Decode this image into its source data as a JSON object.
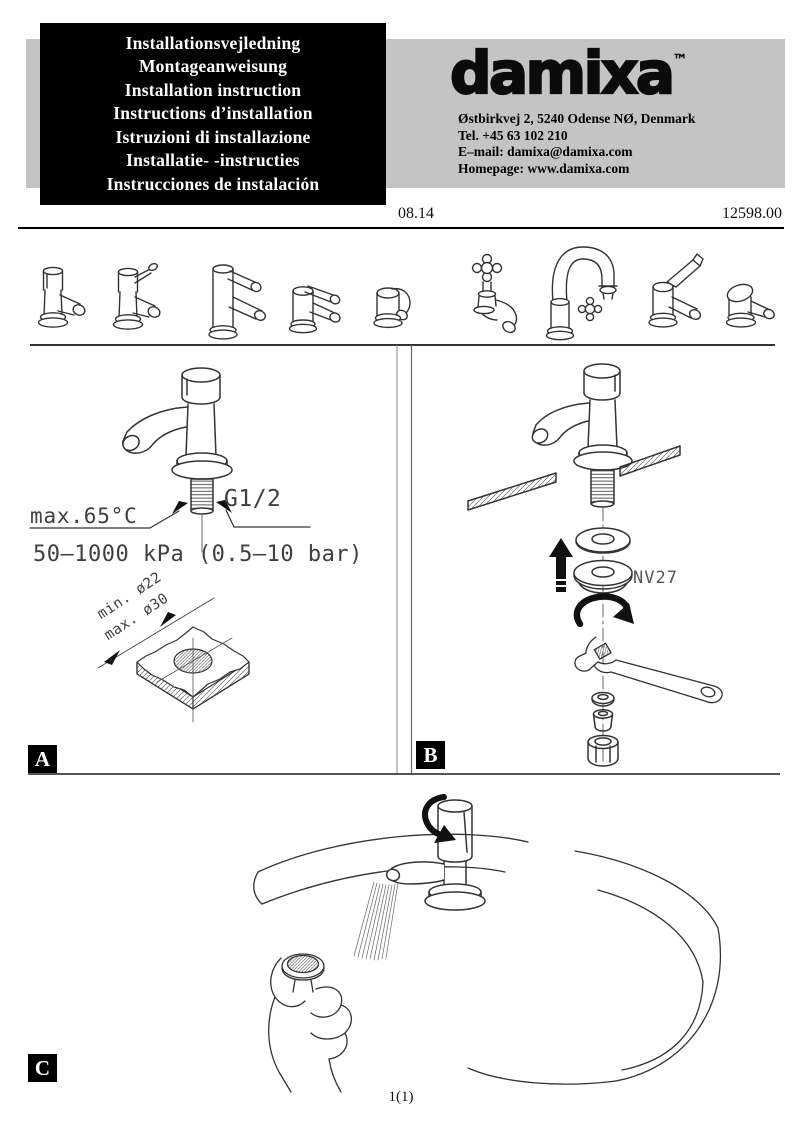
{
  "header": {
    "titles": [
      "Installationsvejledning",
      "Montageanweisung",
      "Installation instruction",
      "Instructions d’installation",
      "Istruzioni di installazione",
      "Installatie- -instructies",
      "Instrucciones de instalación"
    ],
    "brand": "damixa",
    "trademark": "™",
    "address": "Østbirkvej 2, 5240 Odense NØ, Denmark",
    "phone": "Tel. +45 63 102 210",
    "email": "E–mail: damixa@damixa.com",
    "homepage": "Homepage: www.damixa.com",
    "date_code": "08.14",
    "doc_number": "12598.00"
  },
  "panel_a": {
    "label": "A",
    "temp_limit": "max.65°C",
    "thread_size": "G1/2",
    "pressure_range": "50–1000 kPa (0.5–10 bar)",
    "hole_min": "min. ø22",
    "hole_max": "max. ø30"
  },
  "panel_b": {
    "label": "B",
    "wrench_size": "NV27"
  },
  "panel_c": {
    "label": "C"
  },
  "footer": {
    "page_number": "1(1)"
  },
  "colors": {
    "band_gray": "#c4c4c4",
    "ink": "#000000",
    "tech_text": "#3f3f3f"
  }
}
